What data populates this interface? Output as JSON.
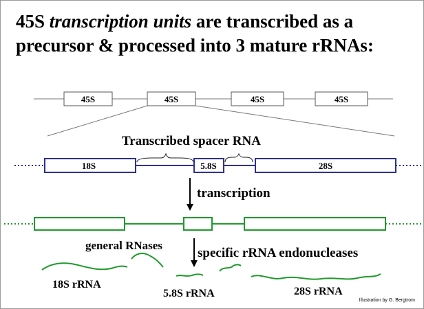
{
  "title": {
    "line1_prefix": "45S ",
    "line1_italic": "transcription units",
    "line1_suffix": " are transcribed as a",
    "line2": "precursor & processed into 3 mature rRNAs:"
  },
  "units": [
    "45S",
    "45S",
    "45S",
    "45S"
  ],
  "spacer_label": "Transcribed spacer RNA",
  "segments": [
    "18S",
    "5.8S",
    "28S"
  ],
  "transcription_label": "transcription",
  "general_rnases_label": "general RNases",
  "endonuclease_label": "specific rRNA endonucleases",
  "products": [
    "18S rRNA",
    "5.8S rRNA",
    "28S rRNA"
  ],
  "credit": "Illustration by G. Bergtrom",
  "colors": {
    "gene": "#2e3192",
    "transcript": "#1f9a2a",
    "line": "#777777"
  }
}
